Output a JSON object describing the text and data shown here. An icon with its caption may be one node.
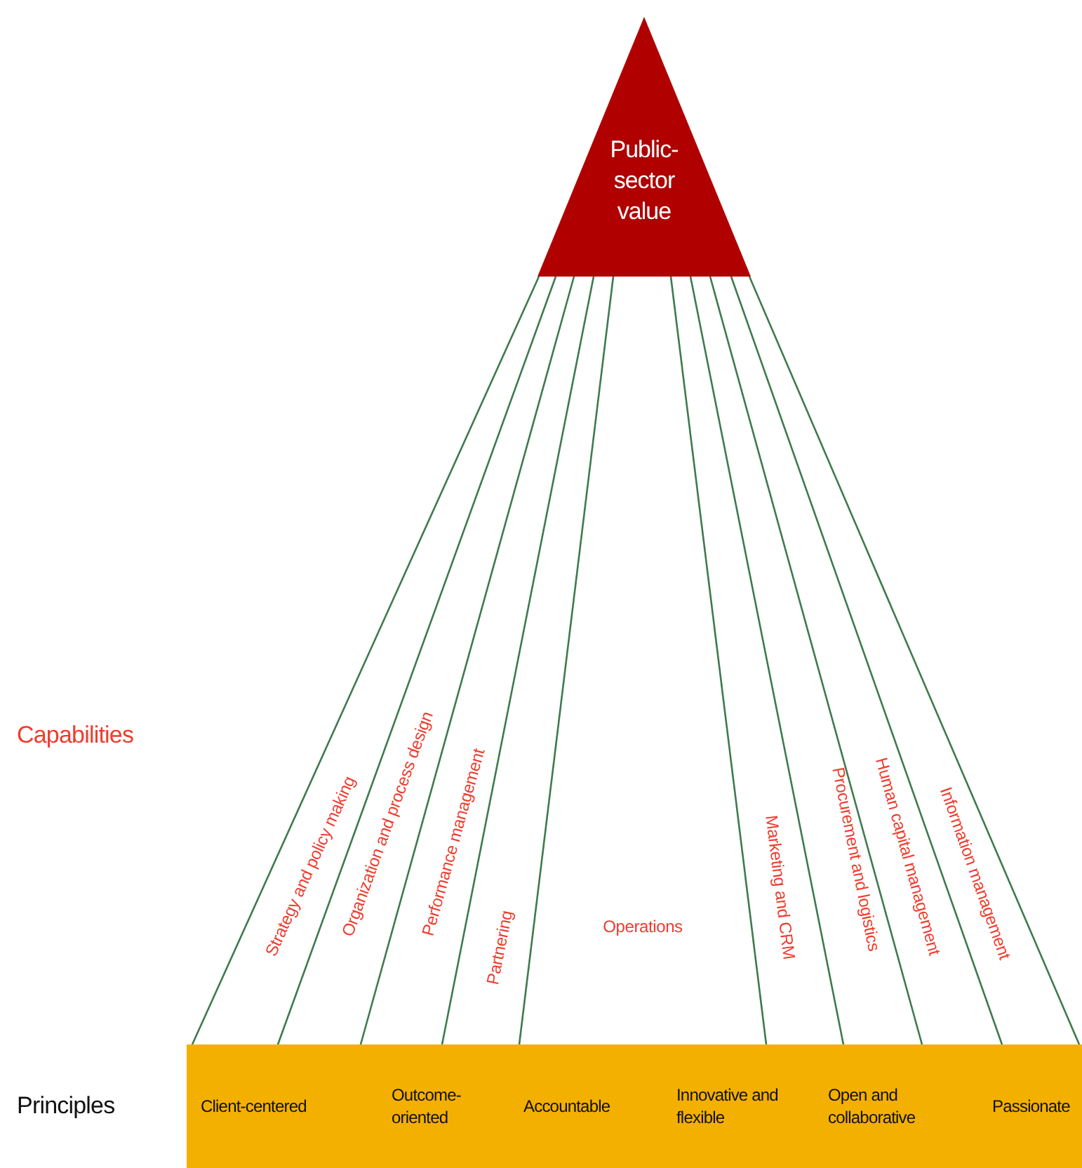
{
  "diagram": {
    "nodes": [
      {
        "text": [
          "Public-sector value"
        ]
      },
      {
        "text": [
          "Client-centered",
          "Outcome-oriented",
          "Accountable",
          "Innovative and flexible",
          "Open and collaborative",
          "Passionate"
        ]
      }
    ],
    "edges": [
      {
        "from": 0,
        "to": 1,
        "arrow": "none"
      },
      {
        "from": 0,
        "to": 1,
        "arrow": "none"
      },
      {
        "from": 0,
        "to": 1,
        "arrow": "none"
      },
      {
        "from": 0,
        "to": 1,
        "arrow": "none"
      },
      {
        "from": 0,
        "to": 1,
        "arrow": "none"
      },
      {
        "from": 0,
        "to": 1,
        "arrow": "none"
      },
      {
        "from": 0,
        "to": 1,
        "arrow": "none"
      },
      {
        "from": 0,
        "to": 1,
        "arrow": "none"
      },
      {
        "from": 0,
        "to": 1,
        "arrow": "none"
      },
      {
        "from": 0,
        "to": 1,
        "arrow": "none"
      }
    ],
    "labels": [
      "Capabilities",
      "Strategy and policy making",
      "Organization and process design",
      "Performance management",
      "Partnering",
      "Operations",
      "Marketing and CRM",
      "Procurement and logistics",
      "Human capital management",
      "Information management",
      "Principles"
    ]
  }
}
